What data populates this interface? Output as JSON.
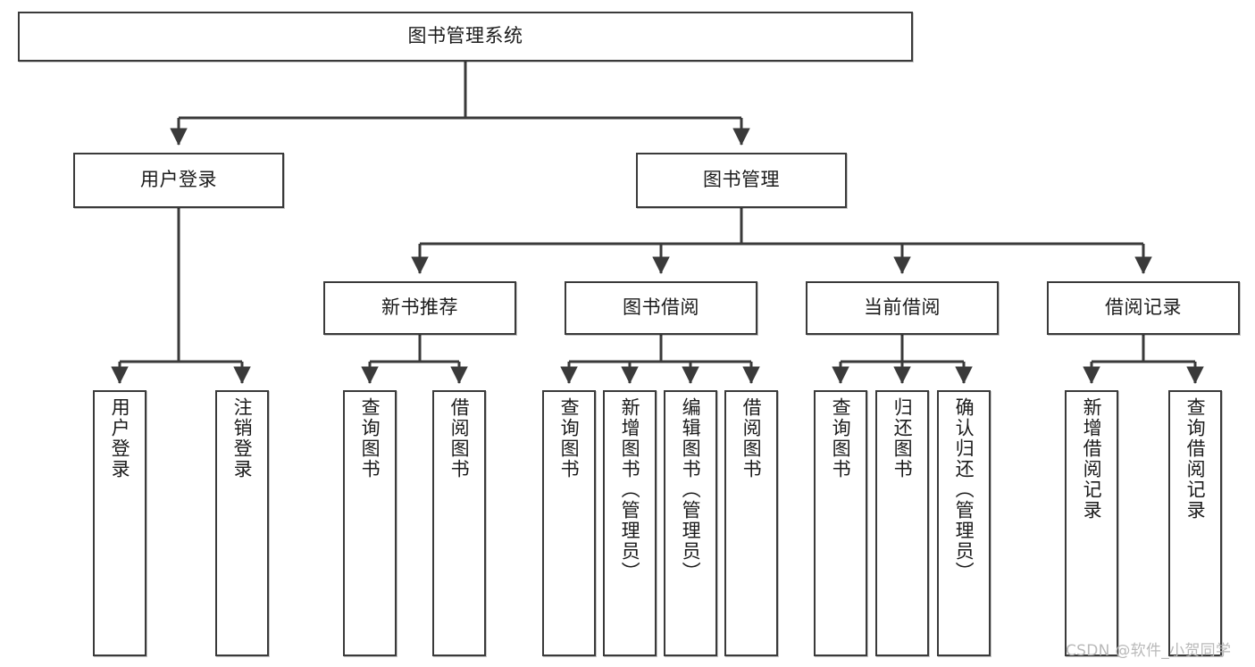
{
  "diagram": {
    "title": "图书管理系统",
    "type": "tree-hierarchy",
    "root": {
      "label": "图书管理系统"
    },
    "level2": [
      {
        "label": "用户登录"
      },
      {
        "label": "图书管理"
      }
    ],
    "level3": [
      {
        "label": "新书推荐"
      },
      {
        "label": "图书借阅"
      },
      {
        "label": "当前借阅"
      },
      {
        "label": "借阅记录"
      }
    ],
    "leaves": {
      "user_login": [
        {
          "label": "用户登录"
        },
        {
          "label": "注销登录"
        }
      ],
      "new_book_recommend": [
        {
          "label": "查询图书"
        },
        {
          "label": "借阅图书"
        }
      ],
      "book_borrow": [
        {
          "label": "查询图书"
        },
        {
          "label": "新增图书（管理员）"
        },
        {
          "label": "编辑图书（管理员）"
        },
        {
          "label": "借阅图书"
        }
      ],
      "current_borrow": [
        {
          "label": "查询图书"
        },
        {
          "label": "归还图书"
        },
        {
          "label": "确认归还（管理员）"
        }
      ],
      "borrow_record": [
        {
          "label": "新增借阅记录"
        },
        {
          "label": "查询借阅记录"
        }
      ]
    }
  },
  "watermark": {
    "text": "CSDN @软件_小贺同学"
  },
  "colors": {
    "border": "#3a3a3a",
    "text": "#1b1b1b",
    "background": "#ffffff",
    "watermark": "#b9b9b9"
  }
}
